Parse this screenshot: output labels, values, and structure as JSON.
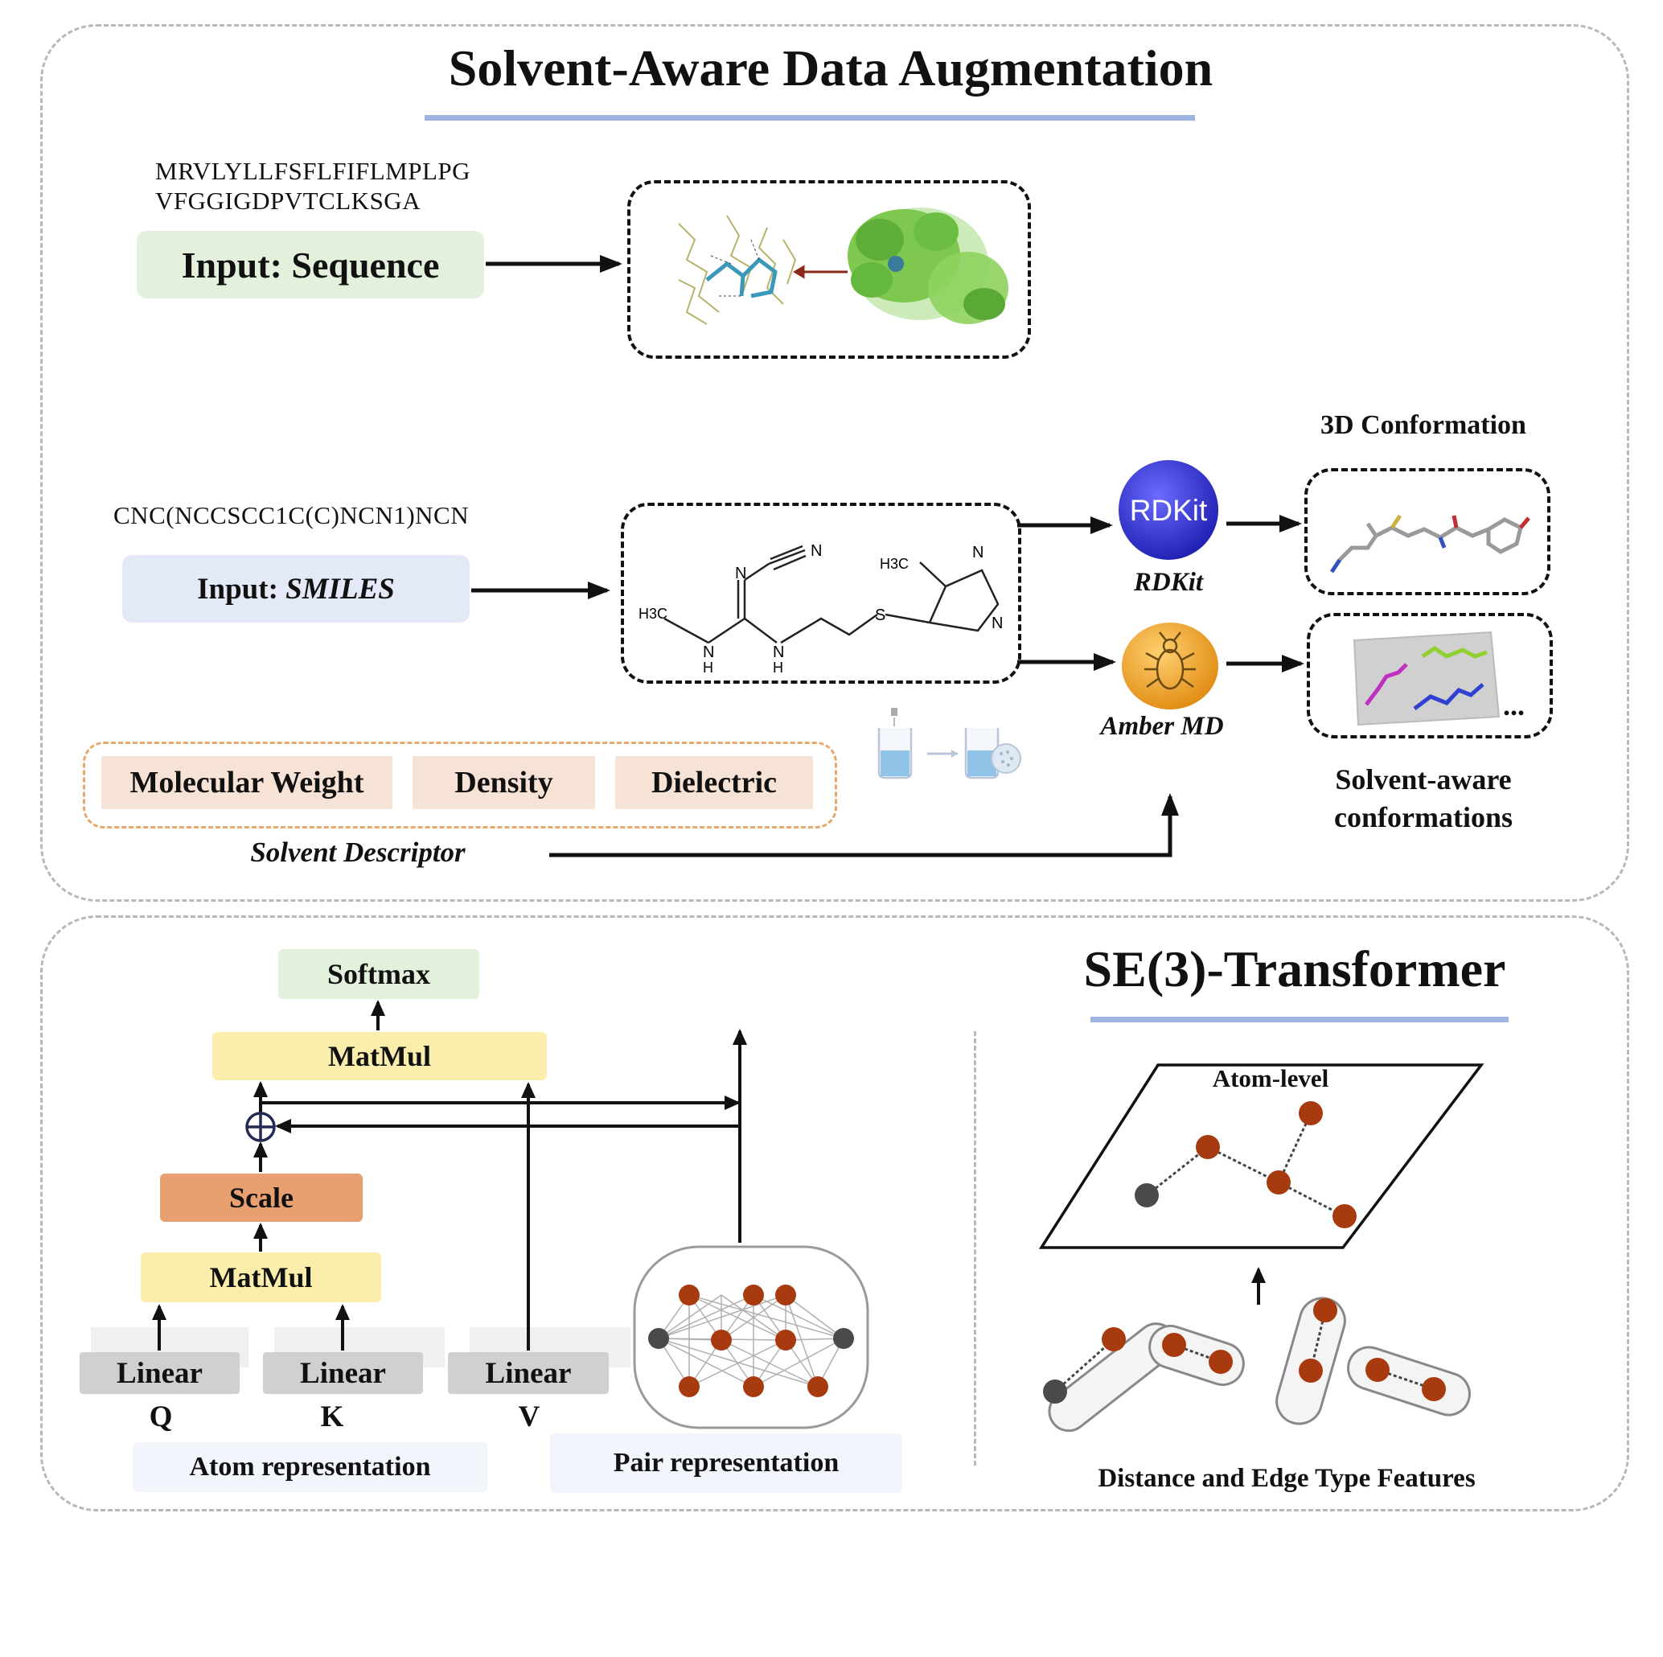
{
  "top": {
    "title": "Solvent-Aware Data Augmentation",
    "sequence_line1": "MRVLYLLFSFLFIFLMPLPG",
    "sequence_line2": "VFGGIGDPVTCLKSGA",
    "input_sequence": "Input: Sequence",
    "smiles_string": "CNC(NCCSCC1C(C)NCN1)NCN",
    "input_smiles_prefix": "Input: ",
    "input_smiles_italic": "SMILES",
    "conformation_label": "3D Conformation",
    "rdkit_logo": "RDKit",
    "rdkit_label": "RDKit",
    "amber_label": "Amber MD",
    "solvent_aware_line1": "Solvent-aware",
    "solvent_aware_line2": "conformations",
    "ellipsis": "...",
    "descriptors": [
      "Molecular Weight",
      "Density",
      "Dielectric"
    ],
    "descriptor_caption": "Solvent Descriptor",
    "molecule_atoms": {
      "n": "N",
      "h3c": "H3C",
      "s": "S",
      "h": "H"
    }
  },
  "bottom": {
    "title": "SE(3)-Transformer",
    "softmax": "Softmax",
    "matmul_top": "MatMul",
    "scale": "Scale",
    "matmul_bottom": "MatMul",
    "linear_labels": [
      "Linear",
      "Linear",
      "Linear"
    ],
    "qkv": [
      "Q",
      "K",
      "V"
    ],
    "atom_representation": "Atom representation",
    "pair_representation": "Pair representation",
    "atom_level": "Atom-level",
    "edge_features": "Distance and Edge Type Features"
  },
  "colors": {
    "green_box": "#e3f1dc",
    "blue_box": "#e3e9f6",
    "peach_box": "#f6e3d6",
    "yellow_box": "#fbeead",
    "orange_box": "#e9a070",
    "gray_box": "#d0d0d0",
    "atom_brown": "#a83a10",
    "atom_gray": "#4a4a4a",
    "underline_blue": "#9fb3e0"
  }
}
